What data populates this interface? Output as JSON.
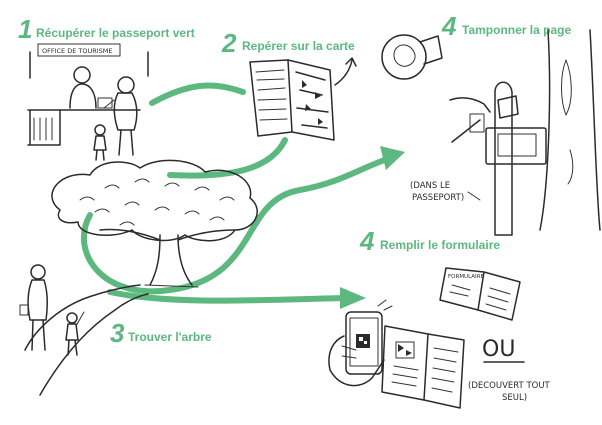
{
  "steps": [
    {
      "number": "1",
      "label": "Récupérer le passeport vert"
    },
    {
      "number": "2",
      "label": "Repérer sur la carte"
    },
    {
      "number": "3",
      "label": "Trouver l'arbre"
    },
    {
      "number": "4",
      "label": "Tamponner la page"
    },
    {
      "number": "4",
      "label": "Remplir le formulaire"
    }
  ],
  "annotations": {
    "office_sign": "OFFICE DE TOURISME",
    "passport_note_line1": "(DANS LE",
    "passport_note_line2": "PASSEPORT)",
    "alternative": "OU",
    "discover_line1": "(DECOUVERT TOUT",
    "discover_line2": "SEUL)",
    "form_title": "FORMULAIRE"
  },
  "colors": {
    "accent": "#5cb87f",
    "ink": "#2b2b2b"
  }
}
